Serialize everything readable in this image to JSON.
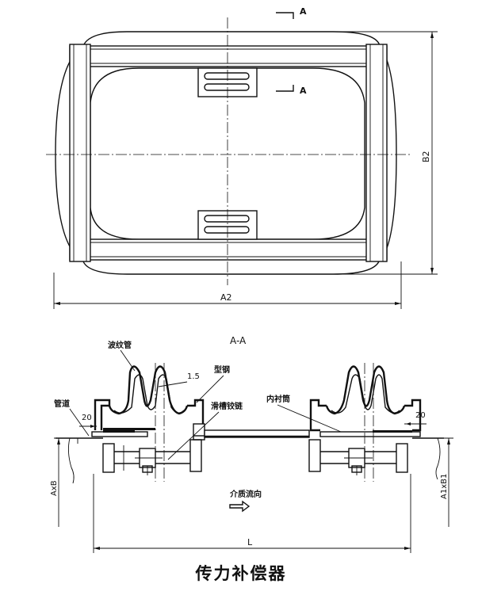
{
  "top_view": {
    "section_mark": "A",
    "dim_width": "A2",
    "dim_height": "B2"
  },
  "section_view": {
    "title": "A-A",
    "labels": {
      "bellows": "波纹管",
      "thickness": "1.5",
      "section_steel": "型钢",
      "pipe": "管道",
      "gap_left": "20",
      "gap_right": "20",
      "slide_hinge": "滑槽铰链",
      "inner_liner": "内衬筒",
      "flow": "介质流向",
      "dim_left": "AxB",
      "dim_right": "A1xB1",
      "dim_length": "L"
    }
  },
  "caption": "传力补偿器"
}
